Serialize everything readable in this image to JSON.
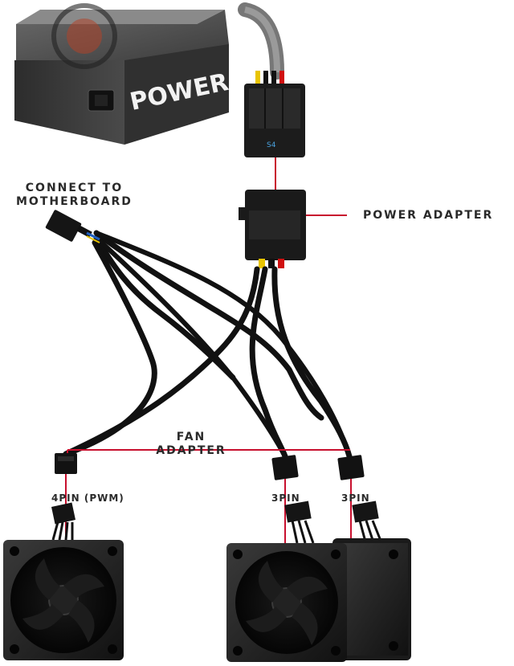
{
  "psu": {
    "brand_text": "POWER"
  },
  "labels": {
    "connect_line1": "CONNECT TO",
    "connect_line2": "MOTHERBOARD",
    "power_adapter": "POWER ADAPTER",
    "fan_line1": "FAN",
    "fan_line2": "ADAPTER",
    "pin4": "4PIN (PWM)",
    "pin3_a": "3PIN",
    "pin3_b": "3PIN"
  },
  "colors": {
    "callout_line": "#c8102e",
    "cable": "#111111",
    "wire_yellow": "#e8c400",
    "wire_red": "#d01010",
    "wire_blue": "#1f5fbf",
    "psu_body": "#3a3a3a"
  }
}
